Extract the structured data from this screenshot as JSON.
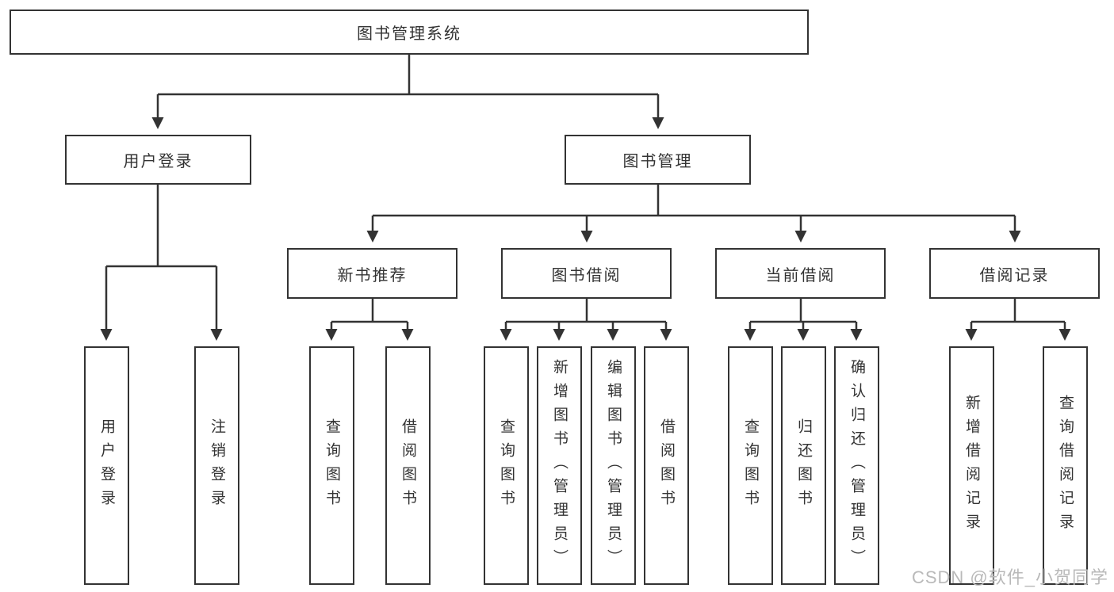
{
  "diagram": {
    "root": {
      "label": "图书管理系统"
    },
    "branches": [
      {
        "label": "用户登录",
        "children": [
          {
            "label": "用户登录"
          },
          {
            "label": "注销登录"
          }
        ]
      },
      {
        "label": "图书管理",
        "children": [
          {
            "label": "新书推荐",
            "children": [
              {
                "label": "查询图书"
              },
              {
                "label": "借阅图书"
              }
            ]
          },
          {
            "label": "图书借阅",
            "children": [
              {
                "label": "查询图书"
              },
              {
                "label": "新增图书（管理员）"
              },
              {
                "label": "编辑图书（管理员）"
              },
              {
                "label": "借阅图书"
              }
            ]
          },
          {
            "label": "当前借阅",
            "children": [
              {
                "label": "查询图书"
              },
              {
                "label": "归还图书"
              },
              {
                "label": "确认归还（管理员）"
              }
            ]
          },
          {
            "label": "借阅记录",
            "children": [
              {
                "label": "新增借阅记录"
              },
              {
                "label": "查询借阅记录"
              }
            ]
          }
        ]
      }
    ]
  },
  "watermark": {
    "text": "CSDN @软件_小贺同学"
  },
  "colors": {
    "line": "#333333",
    "box_border": "#333333",
    "box_text": "#333333",
    "watermark_text": "#b9b9b9",
    "canvas_bg": "#ffffff"
  }
}
